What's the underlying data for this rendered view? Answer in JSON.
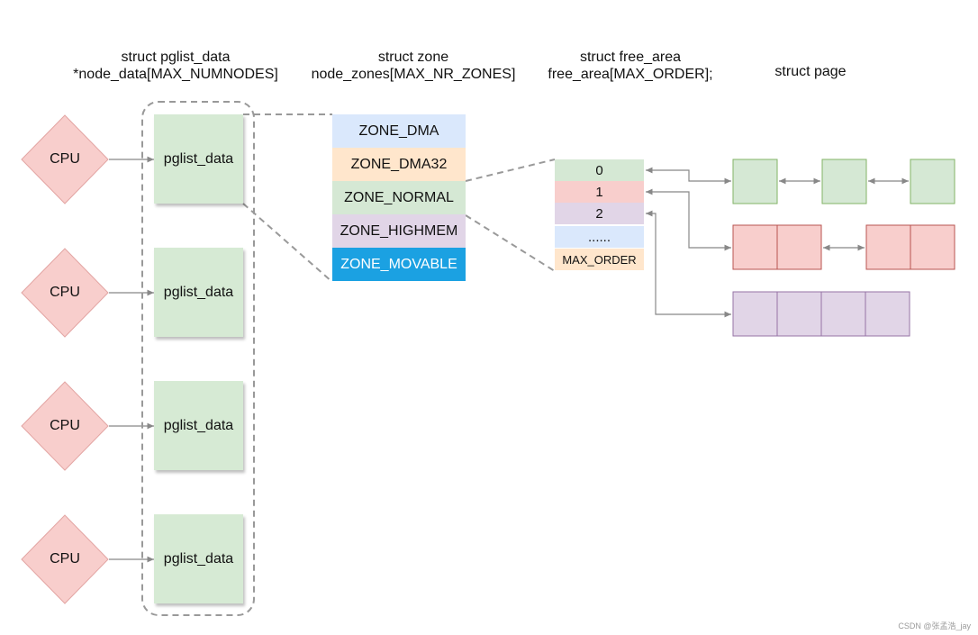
{
  "headers": {
    "pglist": {
      "line1": "struct pglist_data",
      "line2": "*node_data[MAX_NUMNODES]"
    },
    "zone": {
      "line1": "struct zone",
      "line2": "node_zones[MAX_NR_ZONES]"
    },
    "free_area": {
      "line1": "struct free_area",
      "line2": "free_area[MAX_ORDER];"
    },
    "page": {
      "line1": "struct page"
    }
  },
  "cpus": [
    "CPU",
    "CPU",
    "CPU",
    "CPU"
  ],
  "pglist_nodes": [
    "pglist_data",
    "pglist_data",
    "pglist_data",
    "pglist_data"
  ],
  "zones": [
    {
      "label": "ZONE_DMA",
      "color": "#dae8fc"
    },
    {
      "label": "ZONE_DMA32",
      "color": "#ffe6cc"
    },
    {
      "label": "ZONE_NORMAL",
      "color": "#d5e8d4"
    },
    {
      "label": "ZONE_HIGHMEM",
      "color": "#e1d5e7"
    },
    {
      "label": "ZONE_MOVABLE",
      "color": "#1ba1e2",
      "text_color": "#ffffff"
    }
  ],
  "free_area": [
    {
      "label": "0",
      "color": "#d5e8d4"
    },
    {
      "label": "1",
      "color": "#f8cecc"
    },
    {
      "label": "2",
      "color": "#e1d5e7"
    },
    {
      "label": "......",
      "color": "#dae8fc"
    },
    {
      "label": "MAX_ORDER",
      "color": "#ffe6cc"
    }
  ],
  "page_colors": {
    "green": {
      "fill": "#d5e8d4",
      "stroke": "#82b366"
    },
    "red": {
      "fill": "#f8cecc",
      "stroke": "#b85450"
    },
    "purple": {
      "fill": "#e1d5e7",
      "stroke": "#9673a6"
    }
  },
  "colors": {
    "cpu_fill": "#f8cecc",
    "pglist_fill": "#d6ead4",
    "connector": "#888888"
  },
  "watermark": "CSDN @张孟浩_jay"
}
